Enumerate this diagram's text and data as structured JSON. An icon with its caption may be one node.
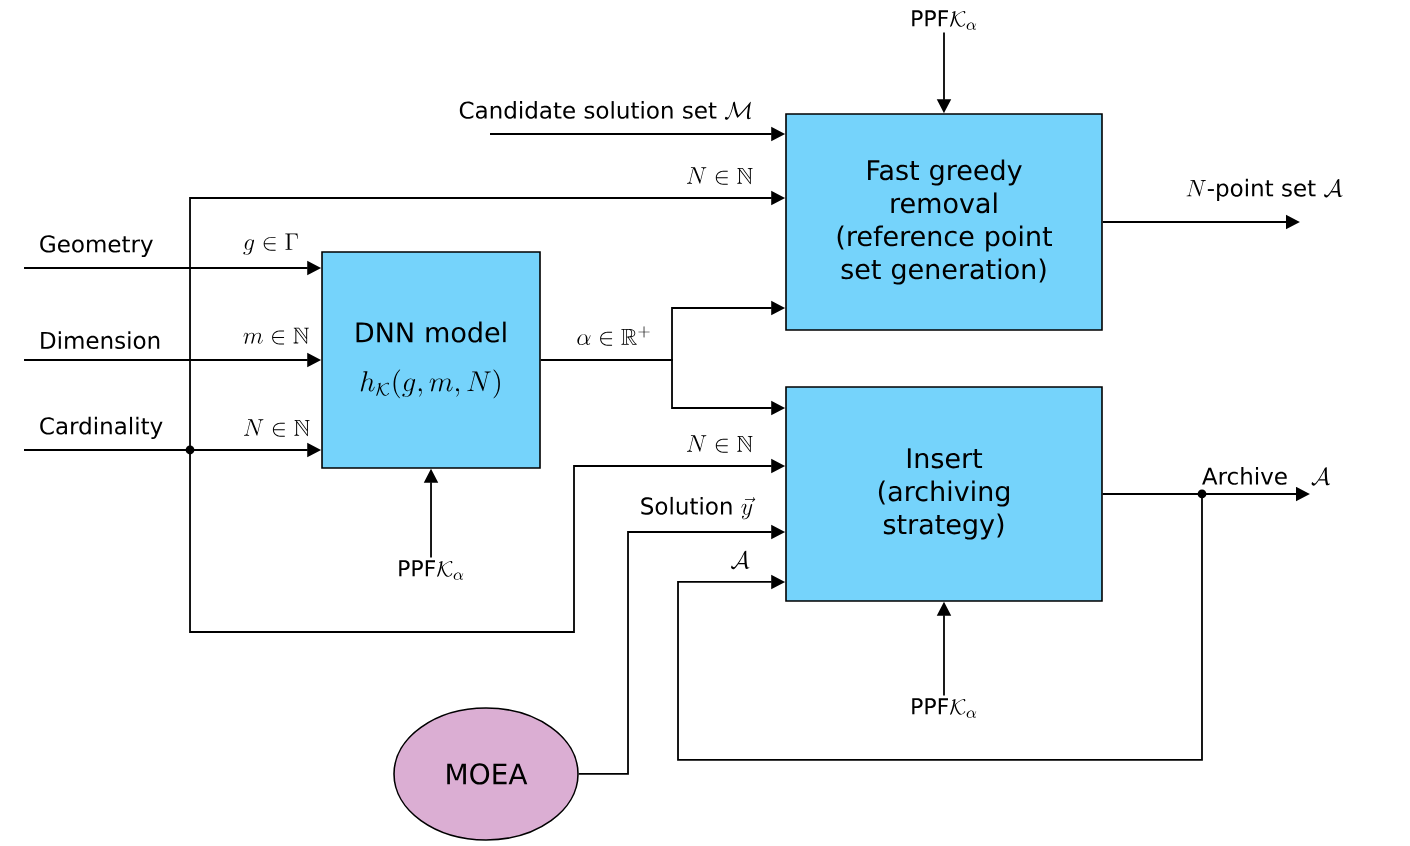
{
  "diagram": {
    "nodes": [
      {
        "text": [
          "DNN model",
          "h_{\\mathcal{K}}(g,m,N)"
        ]
      },
      {
        "text": [
          "Fast greedy removal (reference point set generation)"
        ]
      },
      {
        "text": [
          "Insert (archiving strategy)"
        ]
      },
      {
        "text": [
          "MOEA"
        ]
      },
      {
        "text": [
          "\\text{PPF}\\mathcal{K}_{\\alpha}"
        ]
      },
      {
        "text": [
          "\\text{PPF}\\mathcal{K}_{\\alpha}"
        ]
      },
      {
        "text": [
          "\\text{PPF}\\mathcal{K}_{\\alpha}"
        ]
      },
      {
        "text": [
          "Geometry"
        ]
      },
      {
        "text": [
          "Dimension"
        ]
      },
      {
        "text": [
          "Cardinality"
        ]
      }
    ],
    "edges": [
      {
        "from": 7,
        "to": 0,
        "arrow": "to",
        "label": "g \\in \\Gamma"
      },
      {
        "from": 8,
        "to": 0,
        "arrow": "to",
        "label": "m \\in \\mathbb{N}"
      },
      {
        "from": 9,
        "to": 0,
        "arrow": "to",
        "label": "N \\in \\mathbb{N}"
      },
      {
        "from": 5,
        "to": 0,
        "arrow": "to"
      },
      {
        "from": null,
        "to": 1,
        "arrow": "to",
        "label": "\\text{Candidate solution set }\\mathcal{M}"
      },
      {
        "from": 9,
        "to": 1,
        "arrow": "to",
        "label": "N \\in \\mathbb{N}"
      },
      {
        "from": 0,
        "to": 1,
        "arrow": "to",
        "label": "\\alpha \\in \\mathbb{R}^{+}"
      },
      {
        "from": 0,
        "to": 2,
        "arrow": "to"
      },
      {
        "from": 9,
        "to": 2,
        "arrow": "to",
        "label": "N \\in \\mathbb{N}"
      },
      {
        "from": 3,
        "to": 2,
        "arrow": "to",
        "label": "\\text{Solution }\\vec{y}"
      },
      {
        "from": 2,
        "to": 2,
        "arrow": "to",
        "label": "\\mathcal{A}"
      },
      {
        "from": 2,
        "to": null,
        "arrow": "to",
        "label": "\\text{Archive}\\quad\\mathcal{A}"
      },
      {
        "from": 1,
        "to": null,
        "arrow": "to",
        "label": "N\\text{-point set }\\mathcal{A}"
      },
      {
        "from": 4,
        "to": 1,
        "arrow": "to"
      },
      {
        "from": 6,
        "to": 2,
        "arrow": "to"
      }
    ]
  }
}
